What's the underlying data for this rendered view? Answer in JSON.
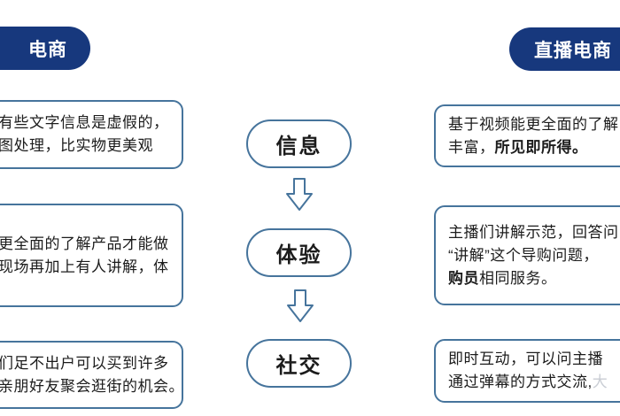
{
  "colors": {
    "badge_background": "#17387d",
    "badge_text": "#ffffff",
    "shape_border": "#46749c",
    "body_text": "#1c1c1c",
    "watermark_text": "#c9cdd4",
    "background": "#ffffff"
  },
  "badges": {
    "left": "电商",
    "right": "直播电商"
  },
  "stages": [
    {
      "label": "信息"
    },
    {
      "label": "体验"
    },
    {
      "label": "社交"
    }
  ],
  "left_column": [
    {
      "lines": [
        [
          {
            "t": "有些文字信息是虚假的，"
          }
        ],
        [
          {
            "t": "图处理，比实物更美观"
          }
        ]
      ]
    },
    {
      "lines": [
        [
          {
            "t": "更全面的了解产品才能做"
          }
        ],
        [
          {
            "t": "现场再加上有人讲解，体"
          }
        ]
      ]
    },
    {
      "lines": [
        [
          {
            "t": "们足不出户可以买到许多"
          }
        ],
        [
          {
            "t": "亲朋好友聚会逛街的机会。"
          }
        ]
      ]
    }
  ],
  "right_column": [
    {
      "lines": [
        [
          {
            "t": "基于视频能更全面的了解"
          }
        ],
        [
          {
            "t": "丰富，"
          },
          {
            "t": "所见即所得。",
            "b": true
          }
        ]
      ]
    },
    {
      "lines": [
        [
          {
            "t": "主播们讲解示范，回答问"
          }
        ],
        [
          {
            "t": "“讲解”这个导购问题，"
          }
        ],
        [
          {
            "t": "购员",
            "b": true
          },
          {
            "t": "相同服务。"
          }
        ]
      ]
    },
    {
      "lines": [
        [
          {
            "t": "即时互动，可以问主播"
          }
        ],
        [
          {
            "t": "通过弹幕的方式交流,"
          },
          {
            "t": "大",
            "wm": true
          }
        ]
      ]
    }
  ]
}
